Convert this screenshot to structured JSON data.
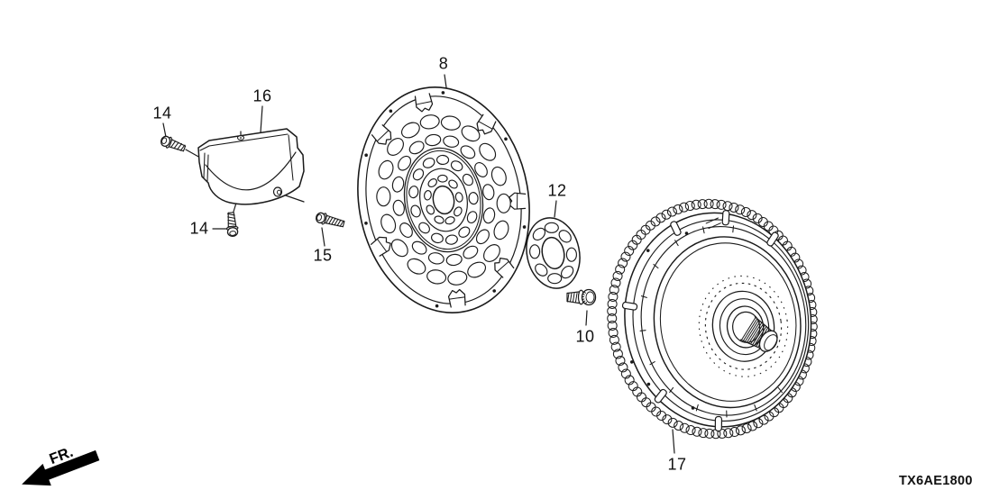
{
  "diagram": {
    "part_code": "TX6AE1800",
    "direction_label": "FR.",
    "line_color": "#1a1a1a",
    "background": "#ffffff"
  },
  "callouts": {
    "bolt_14_upper": "14",
    "cover_16": "16",
    "bolt_14_lower": "14",
    "bolt_15": "15",
    "drive_plate_8": "8",
    "washer_12": "12",
    "bolt_10": "10",
    "torque_converter_17": "17"
  }
}
